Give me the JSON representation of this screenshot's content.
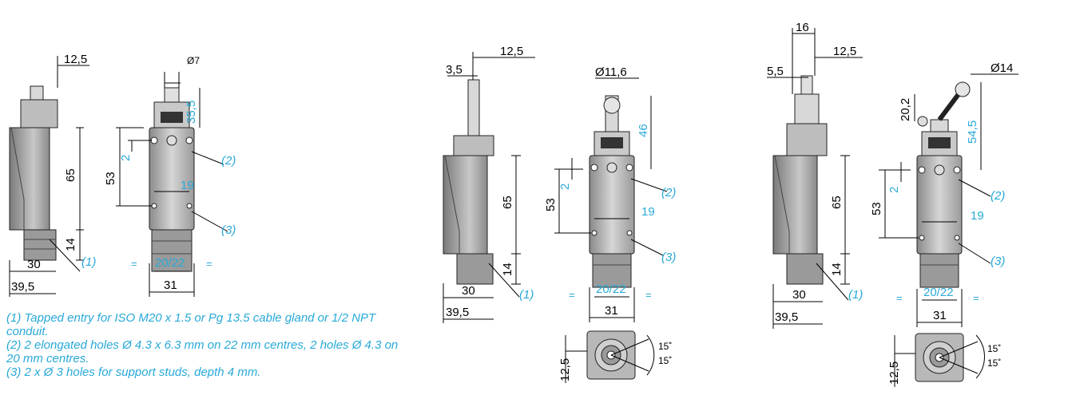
{
  "notes": [
    "(1) Tapped entry for ISO M20 x 1.5 or Pg 13.5 cable gland or 1/2 NPT conduit.",
    "(2) 2 elongated holes Ø 4.3 x 6.3 mm on 22 mm centres, 2 holes Ø 4.3 on 20 mm centres.",
    "(3) 2 x Ø 3 holes for support studs, depth 4 mm."
  ],
  "refs": {
    "r1": "(1)",
    "r2": "(2)",
    "r3": "(3)"
  },
  "eq": "=",
  "dims": {
    "d12_5": "12,5",
    "d7": "Ø7",
    "d35_5": "35,5",
    "d65": "65",
    "d53": "53",
    "d2": "2",
    "d19": "19",
    "d14": "14",
    "d30": "30",
    "d39_5": "39,5",
    "d20_22": "20/22",
    "d31": "31",
    "d3_5": "3,5",
    "d11_6": "Ø11,6",
    "d46": "46",
    "d16": "16",
    "d5_5": "5,5",
    "d14dia": "Ø14",
    "d20_2": "20,2",
    "d54_5": "54,5",
    "d15deg": "15˚"
  }
}
